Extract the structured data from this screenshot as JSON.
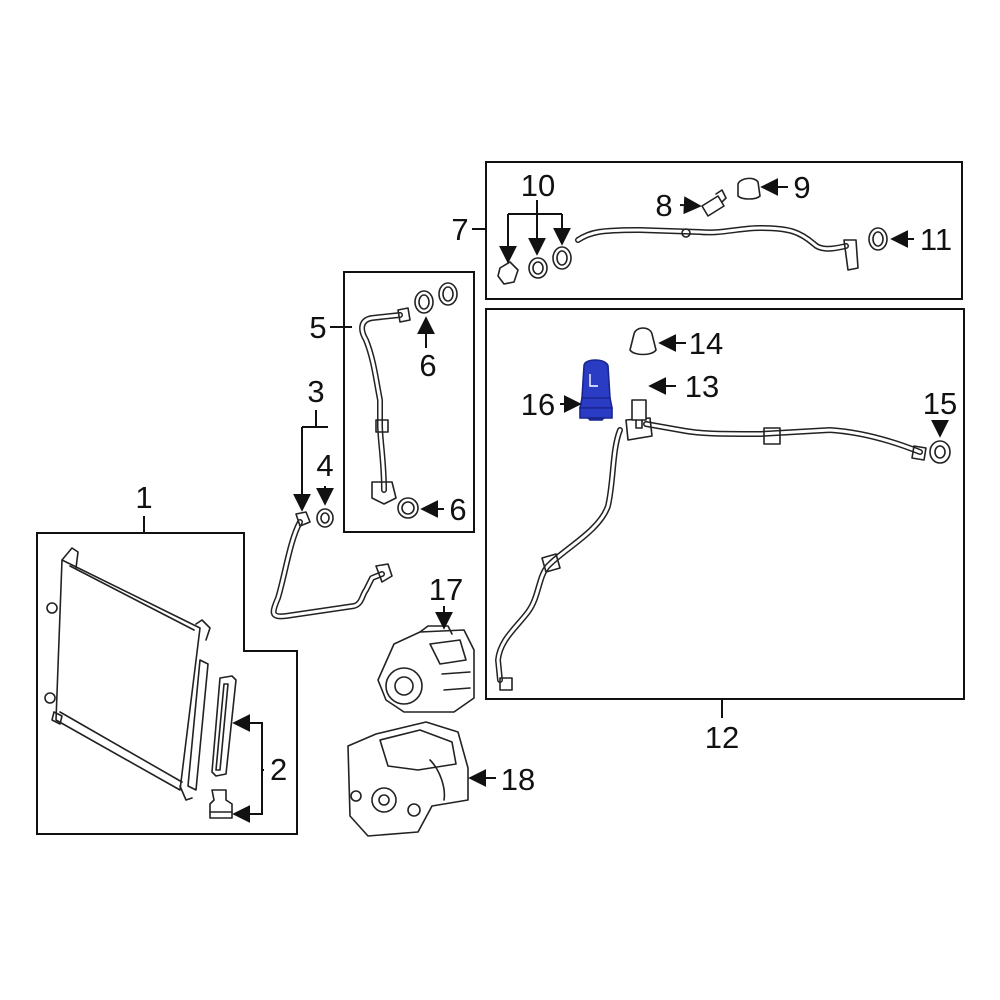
{
  "callouts": {
    "c1": "1",
    "c2": "2",
    "c3": "3",
    "c4": "4",
    "c5": "5",
    "c6a": "6",
    "c6b": "6",
    "c7": "7",
    "c8": "8",
    "c9": "9",
    "c10": "10",
    "c11": "11",
    "c12": "12",
    "c13": "13",
    "c14": "14",
    "c15": "15",
    "c16": "16",
    "c17": "17",
    "c18": "18"
  },
  "colors": {
    "highlight": "#2a3cc4",
    "highlight_dark": "#1a2690",
    "line": "#111111",
    "background": "#ffffff"
  }
}
